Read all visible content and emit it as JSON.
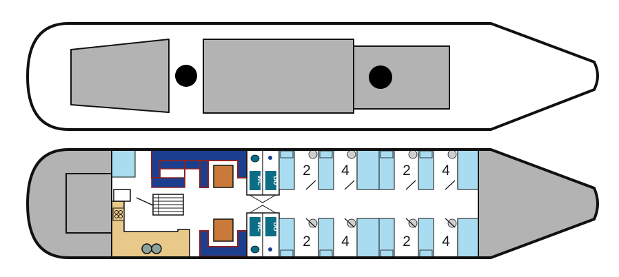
{
  "colors": {
    "outline": "#111111",
    "grey": "#b3b3b3",
    "bunk": "#a9dcf0",
    "navy": "#1b3f8e",
    "maroon": "#8b2323",
    "table": "#c97a3a",
    "galley": "#e9c98a",
    "wc": "#0b6d86"
  },
  "labels": {
    "wc": "WC",
    "du": "DU"
  },
  "cabins": {
    "top": [
      "2",
      "4",
      "2",
      "4"
    ],
    "bottom": [
      "2",
      "4",
      "2",
      "4"
    ]
  }
}
